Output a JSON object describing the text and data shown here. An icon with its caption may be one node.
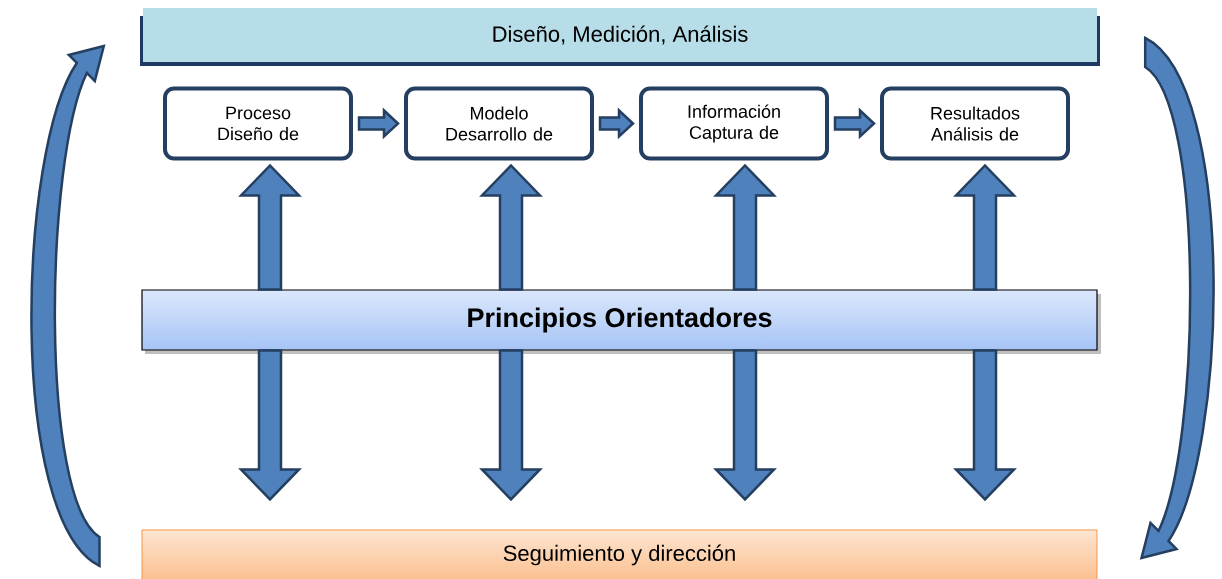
{
  "diagram": {
    "nodes": [
      {
        "text": [
          "Diseño, Medición, Análisis"
        ]
      },
      {
        "text": [
          "Proceso Diseño de"
        ]
      },
      {
        "text": [
          "Modelo Desarrollo de"
        ]
      },
      {
        "text": [
          "Información Captura de"
        ]
      },
      {
        "text": [
          "Resultados Análisis de"
        ]
      },
      {
        "text": [
          "Principios Orientadores"
        ]
      },
      {
        "text": [
          "Seguimiento y dirección"
        ]
      }
    ],
    "edges": [
      {
        "from": 1,
        "to": 2,
        "arrow": "to"
      },
      {
        "from": 2,
        "to": 3,
        "arrow": "to"
      },
      {
        "from": 3,
        "to": 4,
        "arrow": "to"
      },
      {
        "from": 5,
        "to": 1,
        "arrow": "to"
      },
      {
        "from": 5,
        "to": 2,
        "arrow": "to"
      },
      {
        "from": 5,
        "to": 3,
        "arrow": "to"
      },
      {
        "from": 5,
        "to": 4,
        "arrow": "to"
      },
      {
        "from": 5,
        "to": 6,
        "arrow": "to"
      },
      {
        "from": 5,
        "to": 6,
        "arrow": "to"
      },
      {
        "from": 5,
        "to": 6,
        "arrow": "to"
      },
      {
        "from": 5,
        "to": 6,
        "arrow": "to"
      },
      {
        "from": 6,
        "to": 0,
        "arrow": "to"
      },
      {
        "from": 0,
        "to": 6,
        "arrow": "to"
      }
    ]
  }
}
